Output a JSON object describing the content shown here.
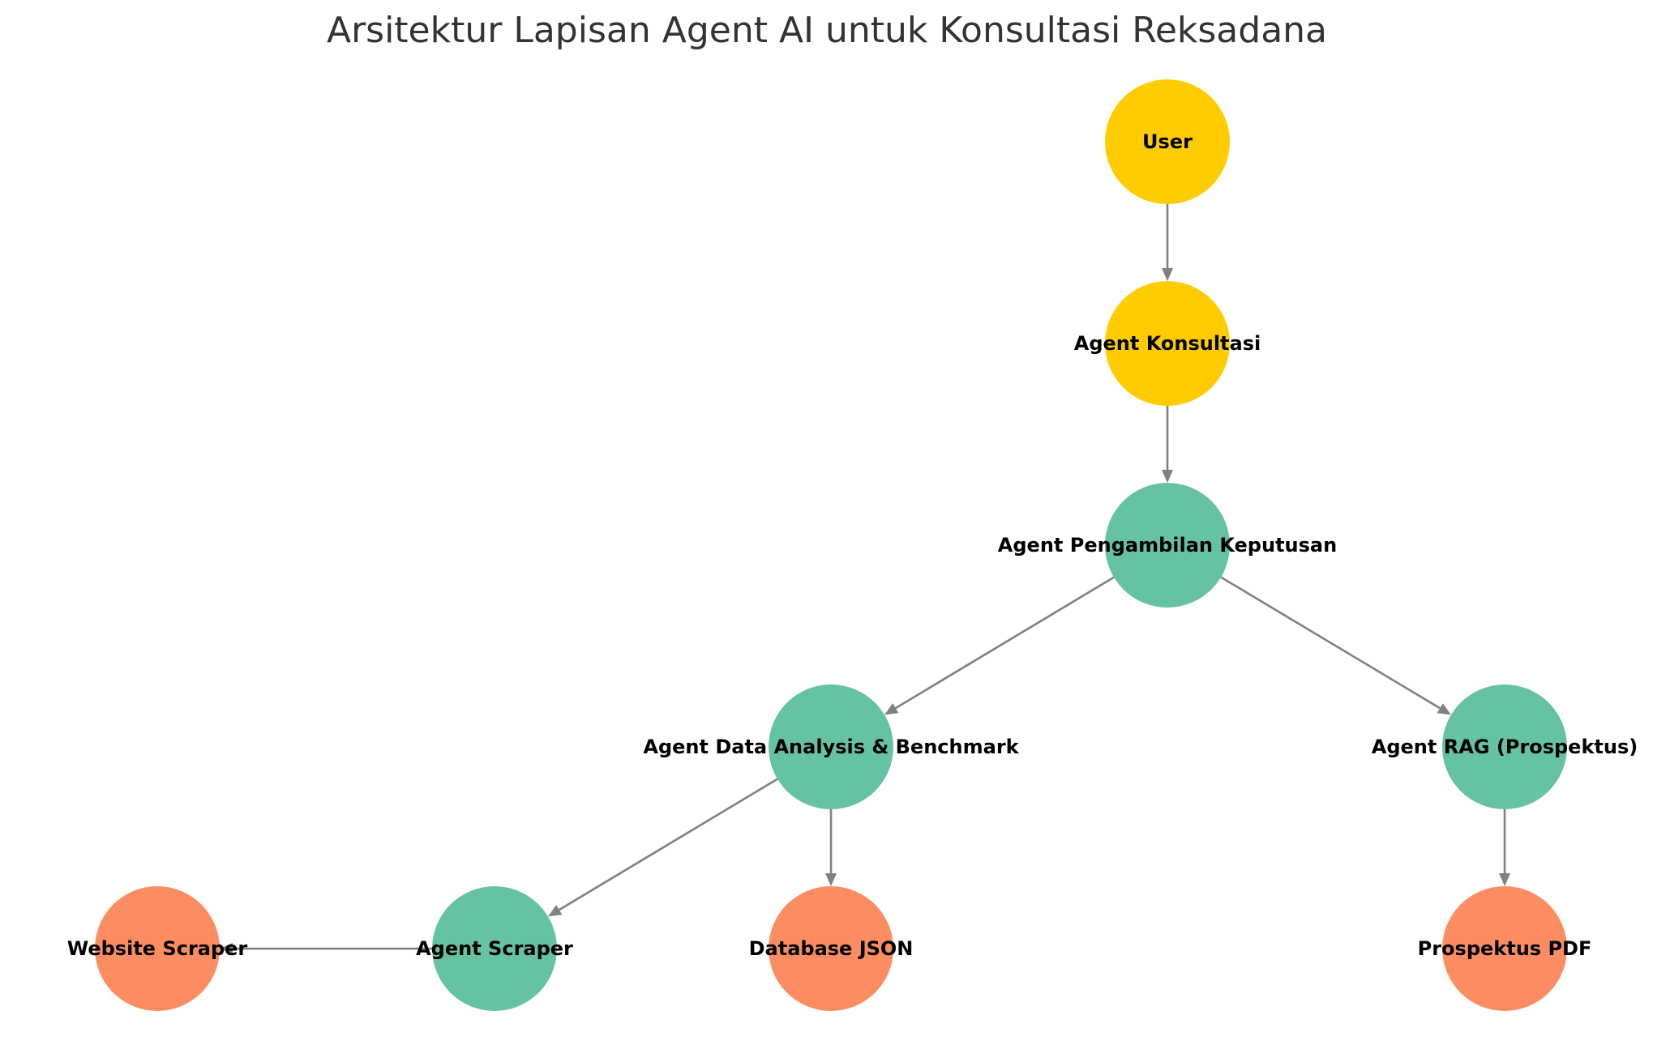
{
  "title": "Arsitektur Lapisan Agent AI untuk Konsultasi Reksadana",
  "colors": {
    "user_layer": "#FFCC00",
    "agent_layer": "#66C2A5",
    "data_layer": "#FC8D62",
    "edge": "#808080"
  },
  "nodes": [
    {
      "id": "user",
      "label": "User",
      "color": "#FFCC00"
    },
    {
      "id": "agent-konsultasi",
      "label": "Agent Konsultasi",
      "color": "#FFCC00"
    },
    {
      "id": "agent-pengambilan-keputusan",
      "label": "Agent Pengambilan Keputusan",
      "color": "#66C2A5"
    },
    {
      "id": "agent-data-analysis",
      "label": "Agent Data Analysis & Benchmark",
      "color": "#66C2A5"
    },
    {
      "id": "agent-rag",
      "label": "Agent RAG (Prospektus)",
      "color": "#66C2A5"
    },
    {
      "id": "website-scraper",
      "label": "Website Scraper",
      "color": "#FC8D62"
    },
    {
      "id": "agent-scraper",
      "label": "Agent Scraper",
      "color": "#66C2A5"
    },
    {
      "id": "database-json",
      "label": "Database JSON",
      "color": "#FC8D62"
    },
    {
      "id": "prospektus-pdf",
      "label": "Prospektus PDF",
      "color": "#FC8D62"
    }
  ],
  "edges": [
    {
      "from": "user",
      "to": "agent-konsultasi"
    },
    {
      "from": "agent-konsultasi",
      "to": "agent-pengambilan-keputusan"
    },
    {
      "from": "agent-pengambilan-keputusan",
      "to": "agent-data-analysis"
    },
    {
      "from": "agent-pengambilan-keputusan",
      "to": "agent-rag"
    },
    {
      "from": "agent-data-analysis",
      "to": "agent-scraper"
    },
    {
      "from": "agent-data-analysis",
      "to": "database-json"
    },
    {
      "from": "agent-rag",
      "to": "prospektus-pdf"
    },
    {
      "from": "agent-scraper",
      "to": "website-scraper"
    }
  ]
}
